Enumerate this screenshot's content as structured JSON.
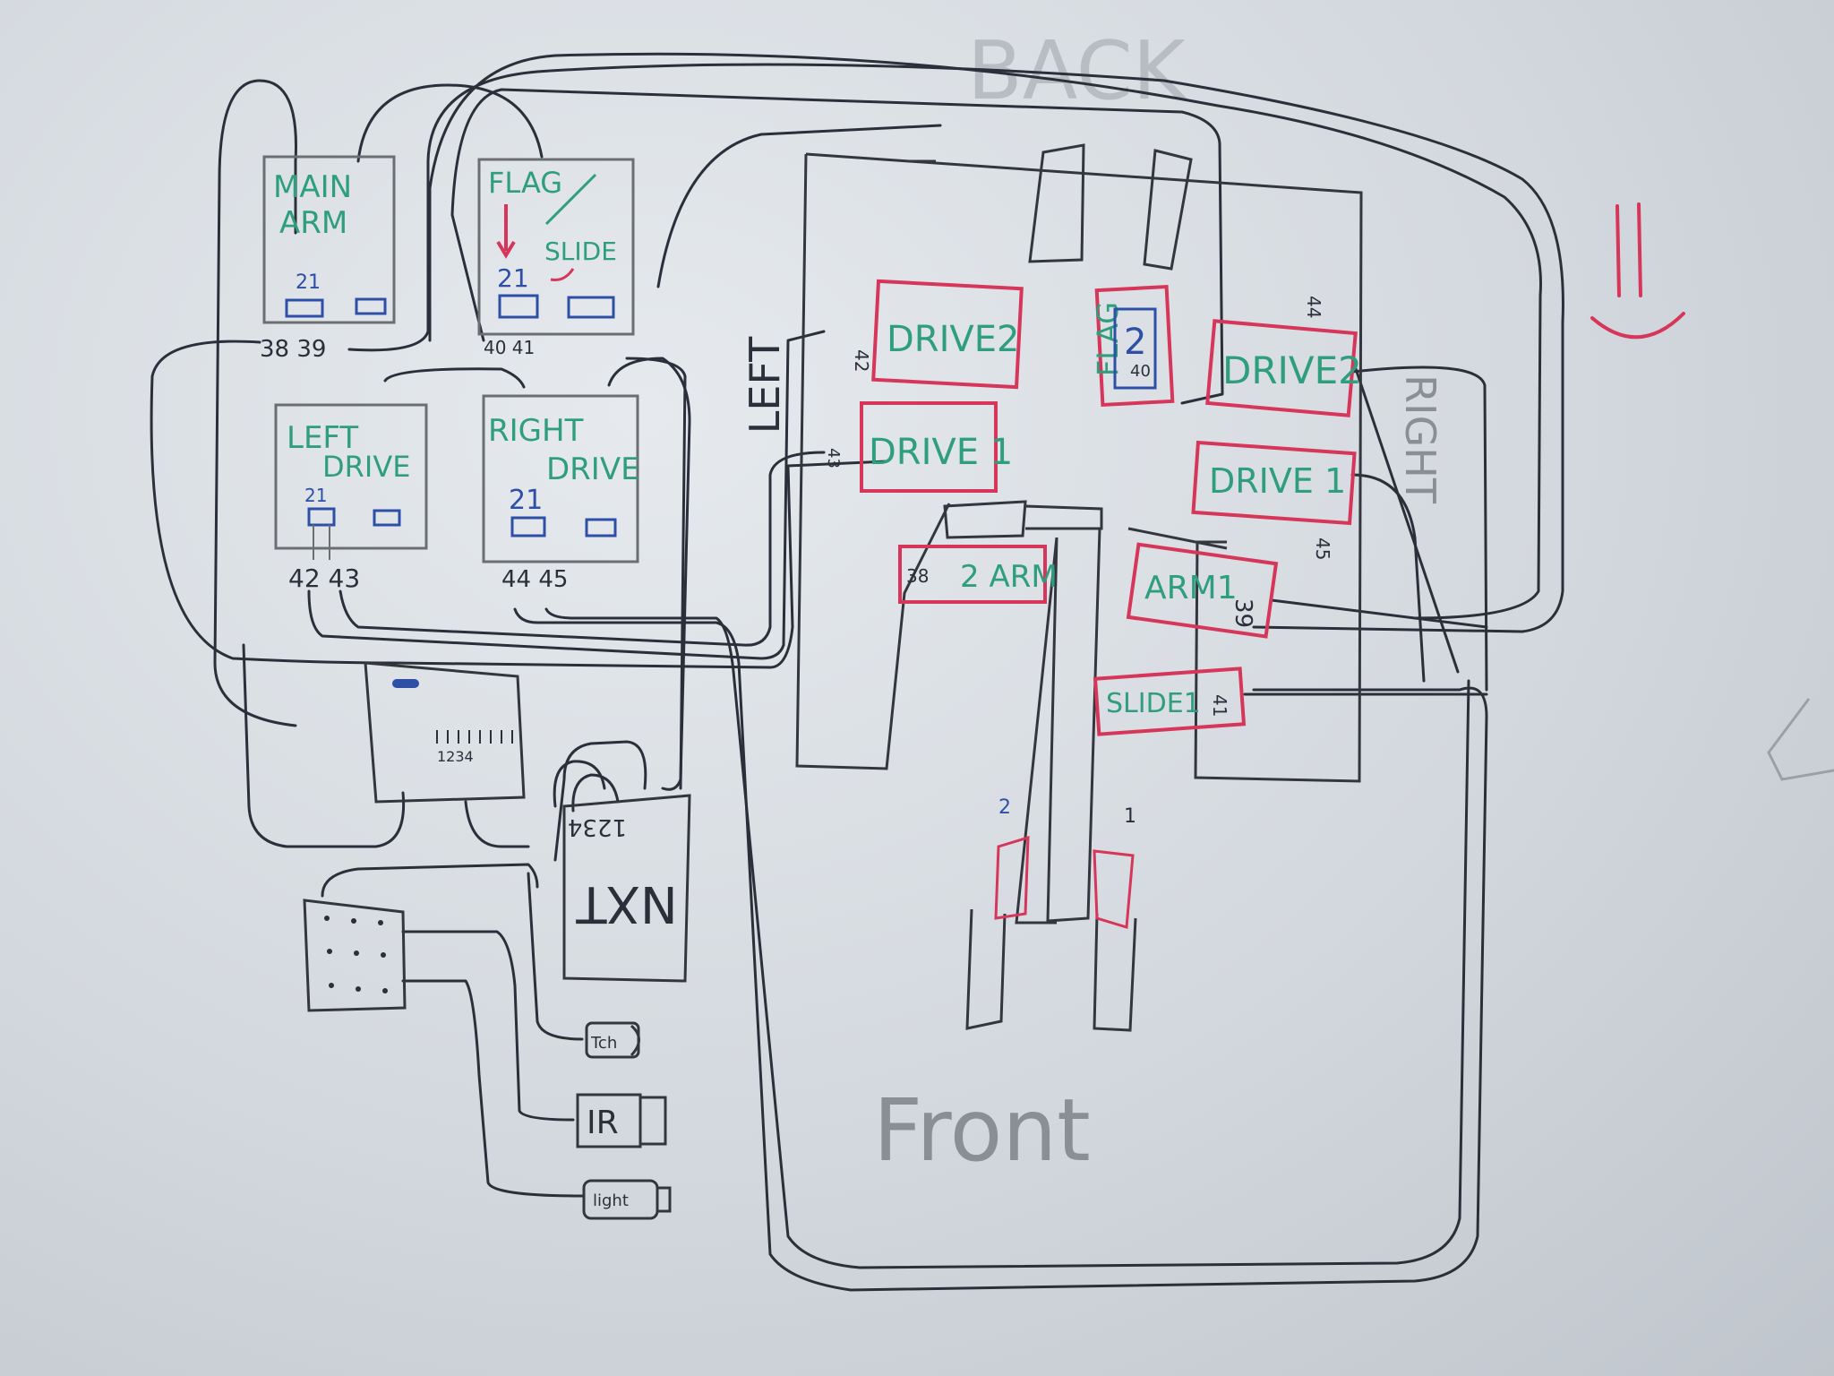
{
  "top_label": "BACK",
  "bottom_label": "Front",
  "left_label": "LEFT",
  "right_label": "RIGHT",
  "controllers": [
    {
      "line1": "MAIN",
      "line2": "ARM",
      "channels": "21",
      "pins": "38 39"
    },
    {
      "line1": "FLAG",
      "line2": "SLIDE",
      "channels": "21",
      "pins": "40 41"
    },
    {
      "line1": "LEFT",
      "line2": "DRIVE",
      "channels": "21",
      "pins": "42 43"
    },
    {
      "line1": "RIGHT",
      "line2": "DRIVE",
      "channels": "21",
      "pins": "44 45"
    }
  ],
  "battery": {
    "ports": "1234"
  },
  "nxt": {
    "label": "NXT",
    "ports": "1234"
  },
  "sensors": [
    {
      "label": "Tch"
    },
    {
      "label": "IR"
    },
    {
      "label": "light"
    }
  ],
  "motors": {
    "left_drive2": {
      "label": "DRIVE2",
      "pin": "42"
    },
    "left_drive1": {
      "label": "DRIVE 1",
      "pin": "43"
    },
    "flag": {
      "label": "FLAG",
      "num": "2",
      "pin": "40"
    },
    "right_drive2": {
      "label": "DRIVE2",
      "pin": "44"
    },
    "right_drive1": {
      "label": "DRIVE 1",
      "pin": "45"
    },
    "arm2": {
      "label": "2 ARM",
      "pin": "38"
    },
    "arm1": {
      "label": "ARM1",
      "pin": "39"
    },
    "slide1": {
      "label": "SLIDE1",
      "pin": "41"
    }
  },
  "claw_numbers": {
    "left": "2",
    "right": "1"
  },
  "colors": {
    "green_text": "#2f9e7d",
    "blue_text": "#2d4fa6",
    "red_box": "#d6365a",
    "wire": "#2b2f3a"
  }
}
